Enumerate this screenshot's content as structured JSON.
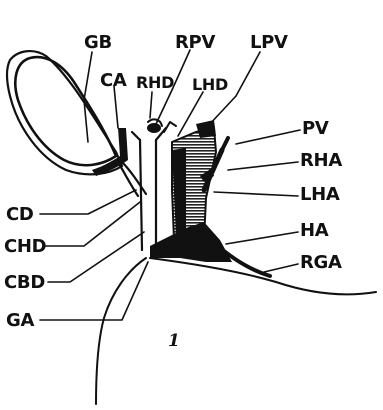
{
  "labels": {
    "gb": "GB",
    "rpv": "RPV",
    "lpv": "LPV",
    "ca": "CA",
    "rhd": "RHD",
    "lhd": "LHD",
    "pv": "PV",
    "rha": "RHA",
    "lha": "LHA",
    "ha": "HA",
    "rga": "RGA",
    "cd": "CD",
    "chd": "CHD",
    "cbd": "CBD",
    "ga": "GA"
  },
  "figure_number": "1"
}
